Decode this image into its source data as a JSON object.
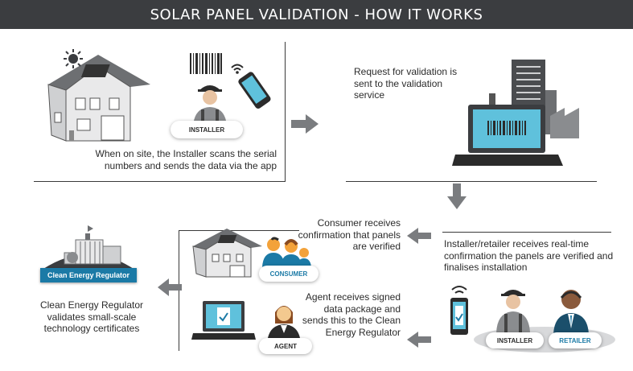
{
  "title": "SOLAR PANEL VALIDATION - HOW IT WORKS",
  "steps": {
    "scan": "When on site, the Installer scans the serial numbers and sends the data via the app",
    "request": "Request for validation is sent to the validation service",
    "installer_confirm": "Installer/retailer receives real-time confirmation the panels are verified and finalises installation",
    "consumer_confirm": "Consumer receives confirmation that panels are verified",
    "agent_signed": "Agent receives signed data package and sends this to the Clean Energy Regulator",
    "regulator_validates": "Clean Energy Regulator validates small-scale technology certificates"
  },
  "labels": {
    "installer": "INSTALLER",
    "consumer": "CONSUMER",
    "agent": "AGENT",
    "retailer": "RETAILER",
    "regulator": "Clean Energy Regulator"
  },
  "colors": {
    "title_bg": "#3b3d40",
    "arrow": "#7a7c7f",
    "accent_blue": "#1b7aa6",
    "screen_blue": "#5fc1dc",
    "ground": "#d8d9db",
    "orange": "#f3a23a"
  }
}
